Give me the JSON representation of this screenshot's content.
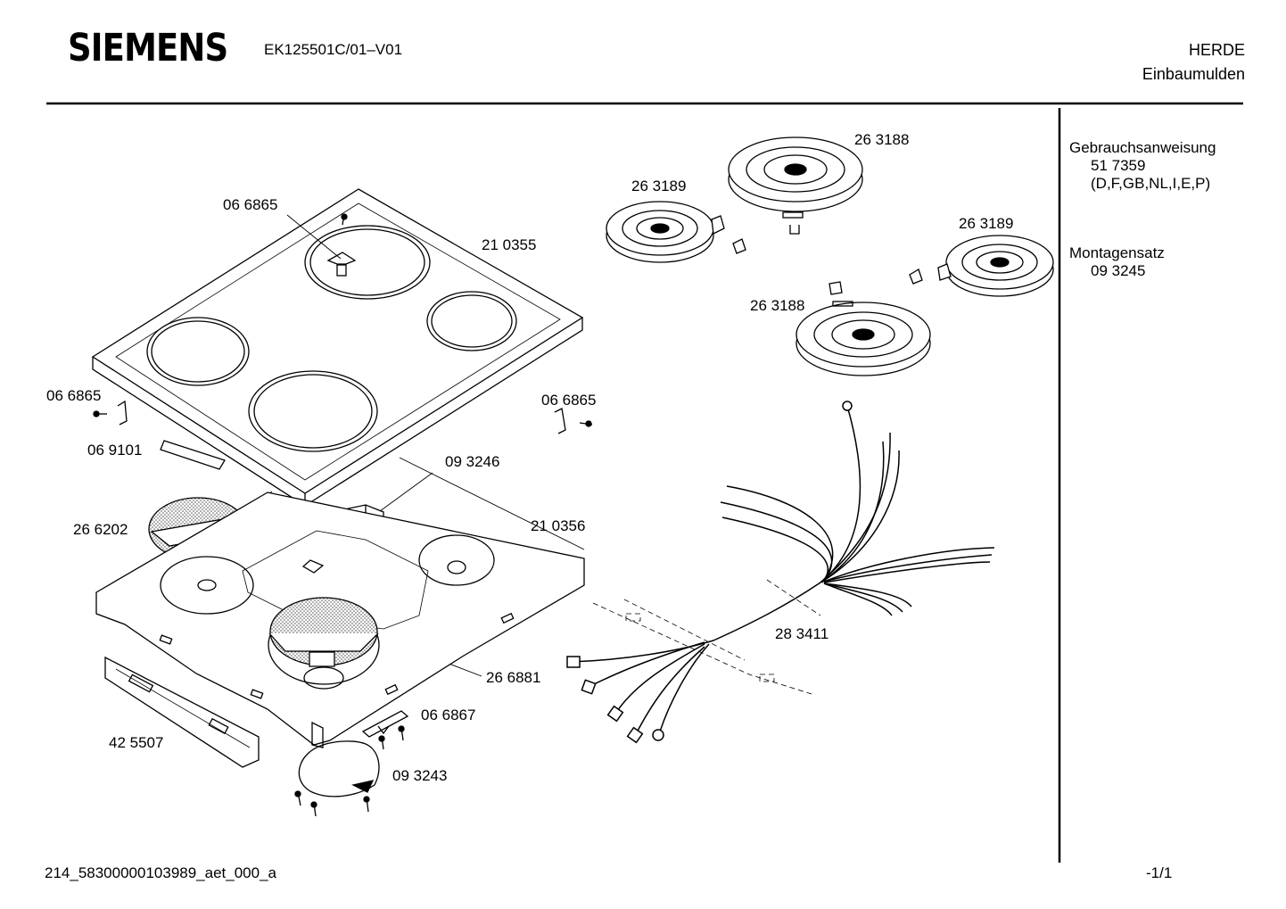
{
  "header": {
    "brand": "SIEMENS",
    "model": "EK125501C/01–V01",
    "category": "HERDE",
    "subcategory": "Einbaumulden"
  },
  "sidebar": {
    "docs": [
      {
        "title": "Gebrauchsanweisung",
        "number": "51 7359",
        "languages": "(D,F,GB,NL,I,E,P)"
      },
      {
        "title": "Montagensatz",
        "number": "09 3245"
      }
    ]
  },
  "parts": [
    {
      "id": "label-066865-top",
      "text": "06 6865"
    },
    {
      "id": "label-210355",
      "text": "21 0355"
    },
    {
      "id": "label-066865-left",
      "text": "06 6865"
    },
    {
      "id": "label-066865-right",
      "text": "06 6865"
    },
    {
      "id": "label-069101",
      "text": "06 9101"
    },
    {
      "id": "label-093246",
      "text": "09 3246"
    },
    {
      "id": "label-266202",
      "text": "26 6202"
    },
    {
      "id": "label-210356",
      "text": "21 0356"
    },
    {
      "id": "label-266881",
      "text": "26 6881"
    },
    {
      "id": "label-066867",
      "text": "06 6867"
    },
    {
      "id": "label-425507",
      "text": "42 5507"
    },
    {
      "id": "label-093243",
      "text": "09 3243"
    },
    {
      "id": "label-263188-top",
      "text": "26 3188"
    },
    {
      "id": "label-263189-left",
      "text": "26 3189"
    },
    {
      "id": "label-263189-right",
      "text": "26 3189"
    },
    {
      "id": "label-263188-bottom",
      "text": "26 3188"
    },
    {
      "id": "label-283411",
      "text": "28 3411"
    }
  ],
  "footer": {
    "code": "214_58300000103989_aet_000_a",
    "page": "-1/1"
  }
}
